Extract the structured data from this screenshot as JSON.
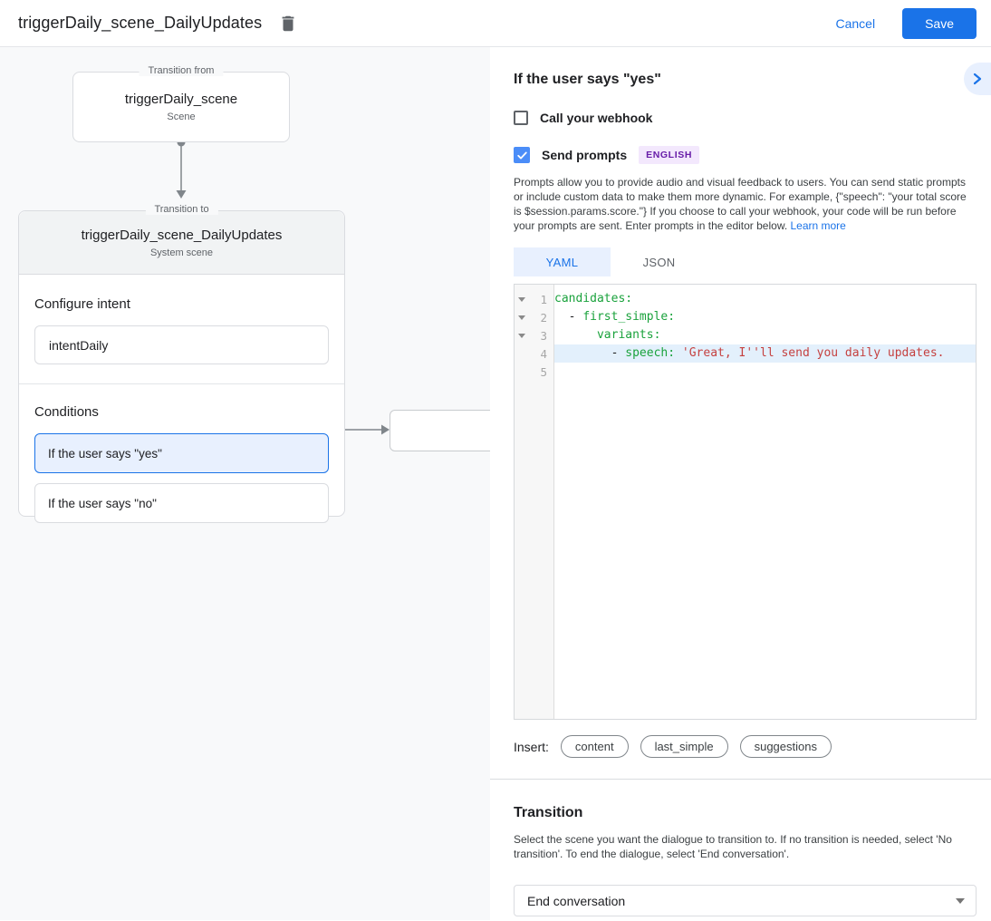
{
  "colors": {
    "accent_blue": "#1a73e8",
    "light_blue": "#e8f0fe",
    "canvas_bg": "#f8f9fa",
    "border_gray": "#dadce0",
    "code_key": "#1aa23c",
    "code_string": "#c54140",
    "line_highlight": "#e3f0fc",
    "badge_purple": "#681da8",
    "badge_bg": "#f3e8fd"
  },
  "header": {
    "title": "triggerDaily_scene_DailyUpdates",
    "cancel_label": "Cancel",
    "save_label": "Save"
  },
  "canvas": {
    "transition_from": {
      "legend": "Transition from",
      "scene_name": "triggerDaily_scene",
      "scene_type": "Scene"
    },
    "transition_to": {
      "legend": "Transition to",
      "scene_name": "triggerDaily_scene_DailyUpdates",
      "scene_type": "System scene",
      "configure_intent_heading": "Configure intent",
      "intent_name": "intentDaily",
      "conditions_heading": "Conditions",
      "conditions": [
        {
          "label": "If the user says \"yes\"",
          "selected": true
        },
        {
          "label": "If the user says \"no\"",
          "selected": false
        }
      ]
    }
  },
  "detail_panel": {
    "title": "If the user says \"yes\"",
    "webhook_checkbox": {
      "label": "Call your webhook",
      "checked": false
    },
    "prompts_checkbox": {
      "label": "Send prompts",
      "checked": true,
      "badge": "ENGLISH"
    },
    "description": "Prompts allow you to provide audio and visual feedback to users. You can send static prompts or include custom data to make them more dynamic. For example, {\"speech\": \"your total score is $session.params.score.\"} If you choose to call your webhook, your code will be run before your prompts are sent. Enter prompts in the editor below. ",
    "learn_more_label": "Learn more",
    "tabs": [
      {
        "label": "YAML",
        "active": true
      },
      {
        "label": "JSON",
        "active": false
      }
    ],
    "editor": {
      "line1": {
        "num": "1",
        "key": "candidates:"
      },
      "line2": {
        "num": "2",
        "plain": "  - ",
        "key": "first_simple:"
      },
      "line3": {
        "num": "3",
        "plain": "      ",
        "key": "variants:"
      },
      "line4": {
        "num": "4",
        "plain": "        - ",
        "key": "speech:",
        "sep": " ",
        "string": "'Great, I''ll send you daily updates."
      },
      "line5": {
        "num": "5"
      }
    },
    "insert": {
      "label": "Insert:",
      "pills": [
        {
          "label": "content"
        },
        {
          "label": "last_simple"
        },
        {
          "label": "suggestions"
        }
      ]
    },
    "transition": {
      "heading": "Transition",
      "description": "Select the scene you want the dialogue to transition to. If no transition is needed, select 'No transition'. To end the dialogue, select 'End conversation'.",
      "dropdown_value": "End conversation"
    }
  }
}
